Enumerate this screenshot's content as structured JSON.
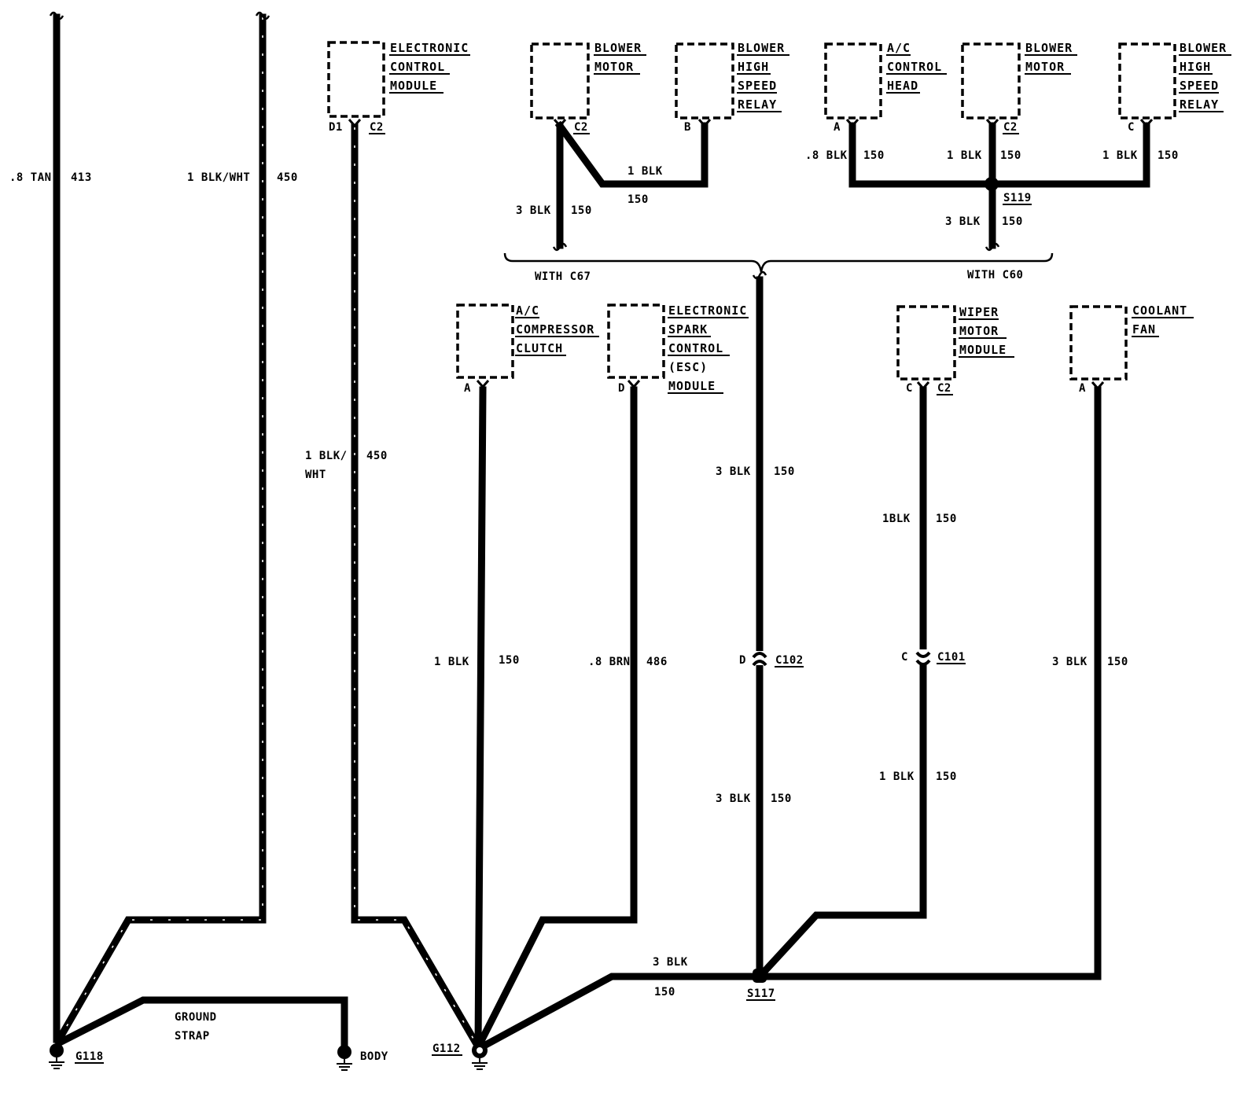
{
  "components": {
    "ecm": [
      "ELECTRONIC",
      "CONTROL",
      "MODULE"
    ],
    "blower_motor_1": [
      "BLOWER",
      "MOTOR"
    ],
    "blower_relay_1": [
      "BLOWER",
      "HIGH",
      "SPEED",
      "RELAY"
    ],
    "ac_control_head": [
      "A/C",
      "CONTROL",
      "HEAD"
    ],
    "blower_motor_2": [
      "BLOWER",
      "MOTOR"
    ],
    "blower_relay_2": [
      "BLOWER",
      "HIGH",
      "SPEED",
      "RELAY"
    ],
    "ac_compressor_clutch": [
      "A/C",
      "COMPRESSOR",
      "CLUTCH"
    ],
    "esc_module": [
      "ELECTRONIC",
      "SPARK",
      "CONTROL",
      "(ESC)",
      "MODULE"
    ],
    "wiper_motor_module": [
      "WIPER",
      "MOTOR",
      "MODULE"
    ],
    "coolant_fan": [
      "COOLANT",
      "FAN"
    ]
  },
  "pins": {
    "ecm_pin": "D1",
    "ecm_conn": "C2",
    "blower1_conn": "C2",
    "relay1_pin": "B",
    "ac_head_pin": "A",
    "blower2_conn": "C2",
    "relay2_pin": "C",
    "ac_clutch_pin": "A",
    "esc_pin": "D",
    "wiper_pin": "C",
    "wiper_conn": "C2",
    "fan_pin": "A",
    "c102_pin": "D",
    "c102": "C102",
    "c101_pin": "C",
    "c101": "C101"
  },
  "wires": {
    "w413_size": ".8 TAN",
    "w413_circuit": "413",
    "w450a_size": "1 BLK/WHT",
    "w450a_circuit": "450",
    "w450b_size_1": "1 BLK/",
    "w450b_size_2": "WHT",
    "w450b_circuit": "450",
    "blower1_relay_size": "1 BLK",
    "blower1_relay_circuit": "150",
    "blower1_main_size": "3 BLK",
    "blower1_main_circuit": "150",
    "achead_size": ".8 BLK",
    "achead_circuit": "150",
    "blower2_size": "1 BLK",
    "blower2_circuit": "150",
    "relay2_size": "1 BLK",
    "relay2_circuit": "150",
    "s119_down_size": "3 BLK",
    "s119_down_circuit": "150",
    "main_upper_size": "3 BLK",
    "main_upper_circuit": "150",
    "main_lower_size": "3 BLK",
    "main_lower_circuit": "150",
    "wiper_upper_size": "1BLK",
    "wiper_upper_circuit": "150",
    "wiper_lower_size": "1 BLK",
    "wiper_lower_circuit": "150",
    "clutch_size": "1 BLK",
    "clutch_circuit": "150",
    "esc_size": ".8 BRN",
    "esc_circuit": "486",
    "fan_size": "3 BLK",
    "fan_circuit": "150",
    "s117_g112_size": "3 BLK",
    "s117_g112_circuit": "150",
    "ground_strap_1": "GROUND",
    "ground_strap_2": "STRAP"
  },
  "splices": {
    "s119": "S119",
    "s117": "S117"
  },
  "options": {
    "with_c67": "WITH C67",
    "with_c60": "WITH C60"
  },
  "grounds": {
    "g118": "G118",
    "g112": "G112",
    "body": "BODY"
  }
}
